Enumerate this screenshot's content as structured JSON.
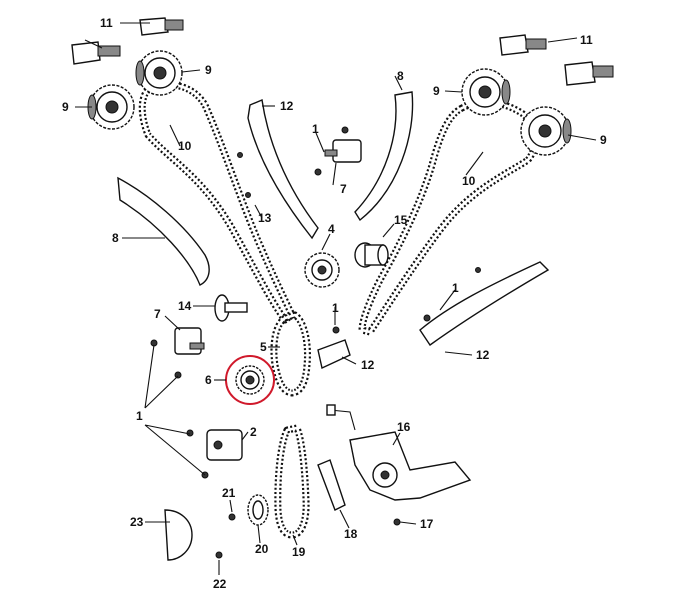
{
  "callouts": [
    {
      "id": "c11a",
      "text": "11"
    },
    {
      "id": "c11b",
      "text": "11"
    },
    {
      "id": "c9a",
      "text": "9"
    },
    {
      "id": "c9b",
      "text": "9"
    },
    {
      "id": "c9c",
      "text": "9"
    },
    {
      "id": "c9d",
      "text": "9"
    },
    {
      "id": "c10a",
      "text": "10"
    },
    {
      "id": "c10b",
      "text": "10"
    },
    {
      "id": "c8a",
      "text": "8"
    },
    {
      "id": "c8b",
      "text": "8"
    },
    {
      "id": "c12a",
      "text": "12"
    },
    {
      "id": "c12b",
      "text": "12"
    },
    {
      "id": "c12c",
      "text": "12"
    },
    {
      "id": "c13",
      "text": "13"
    },
    {
      "id": "c1a",
      "text": "1"
    },
    {
      "id": "c1b",
      "text": "1"
    },
    {
      "id": "c1c",
      "text": "1"
    },
    {
      "id": "c1d",
      "text": "1"
    },
    {
      "id": "c7a",
      "text": "7"
    },
    {
      "id": "c7b",
      "text": "7"
    },
    {
      "id": "c4",
      "text": "4"
    },
    {
      "id": "c15",
      "text": "15"
    },
    {
      "id": "c14",
      "text": "14"
    },
    {
      "id": "c5",
      "text": "5"
    },
    {
      "id": "c6",
      "text": "6"
    },
    {
      "id": "c2",
      "text": "2"
    },
    {
      "id": "c16",
      "text": "16"
    },
    {
      "id": "c21",
      "text": "21"
    },
    {
      "id": "c23",
      "text": "23"
    },
    {
      "id": "c20",
      "text": "20"
    },
    {
      "id": "c19",
      "text": "19"
    },
    {
      "id": "c18",
      "text": "18"
    },
    {
      "id": "c17",
      "text": "17"
    },
    {
      "id": "c22",
      "text": "22"
    }
  ],
  "highlight": {
    "part": "6",
    "color": "#d0192b"
  },
  "colors": {
    "ink": "#111111",
    "background": "#ffffff"
  }
}
